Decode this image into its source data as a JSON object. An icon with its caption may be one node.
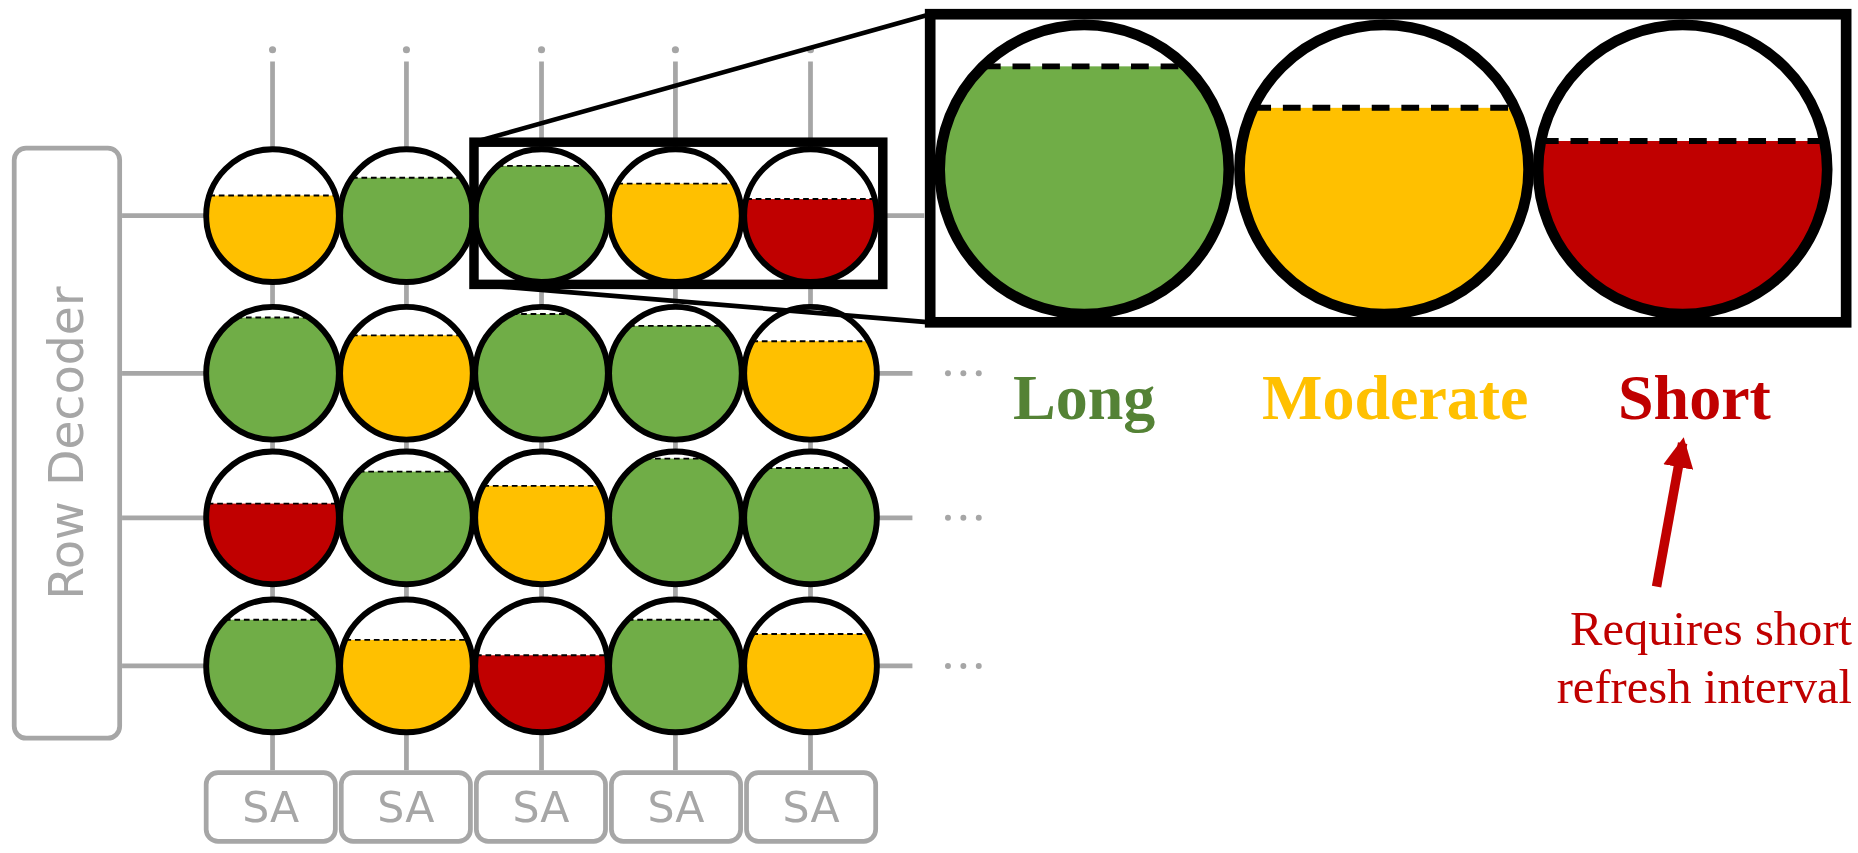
{
  "diagram": {
    "nodes": [
      {
        "text": [
          "Row Decoder"
        ]
      },
      {
        "text": [
          "SA"
        ]
      },
      {
        "text": [
          "SA"
        ]
      },
      {
        "text": [
          "SA"
        ]
      },
      {
        "text": [
          "SA"
        ]
      },
      {
        "text": [
          "SA"
        ]
      },
      {
        "text": [
          "Long"
        ]
      },
      {
        "text": [
          "Moderate"
        ]
      },
      {
        "text": [
          "Short"
        ]
      },
      {
        "text": [
          "Requires short refresh interval"
        ]
      }
    ],
    "edges": [
      {
        "from": 9,
        "to": 8,
        "arrow": "to"
      }
    ]
  }
}
